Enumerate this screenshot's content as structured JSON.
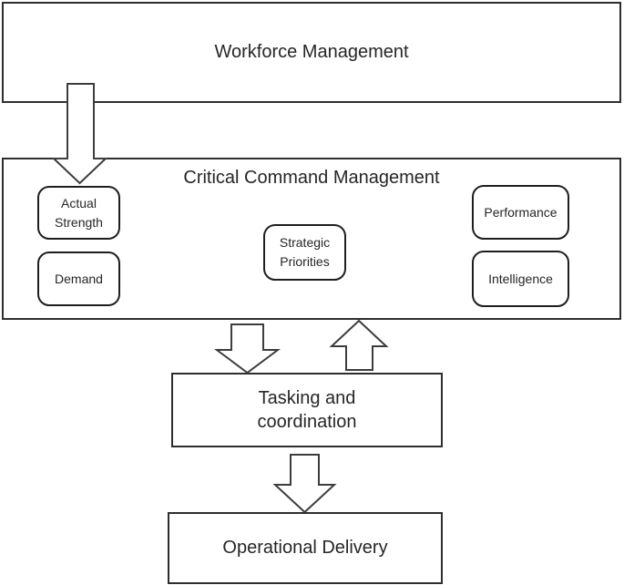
{
  "diagram": {
    "background_color": "#ffffff",
    "box_border_color": "#2e2e2e",
    "node_border_color": "#1e1e1e",
    "arrow_outline_color": "#3d3d3d",
    "text_color": "#262626",
    "workforce": {
      "label": "Workforce Management"
    },
    "ccm": {
      "title": "Critical Command Management",
      "nodes": {
        "actual_strength": {
          "label": "Actual\nStrength"
        },
        "demand": {
          "label": "Demand"
        },
        "strategic_priorities": {
          "label": "Strategic\nPriorities"
        },
        "performance": {
          "label": "Performance"
        },
        "intelligence": {
          "label": "Intelligence"
        }
      }
    },
    "tasking": {
      "label": "Tasking and\ncoordination"
    },
    "operational": {
      "label": "Operational Delivery"
    },
    "arrows": [
      {
        "name": "workforce-to-ccm",
        "direction": "down"
      },
      {
        "name": "ccm-to-tasking",
        "direction": "down"
      },
      {
        "name": "tasking-to-ccm",
        "direction": "up"
      },
      {
        "name": "tasking-to-operational",
        "direction": "down"
      }
    ]
  }
}
